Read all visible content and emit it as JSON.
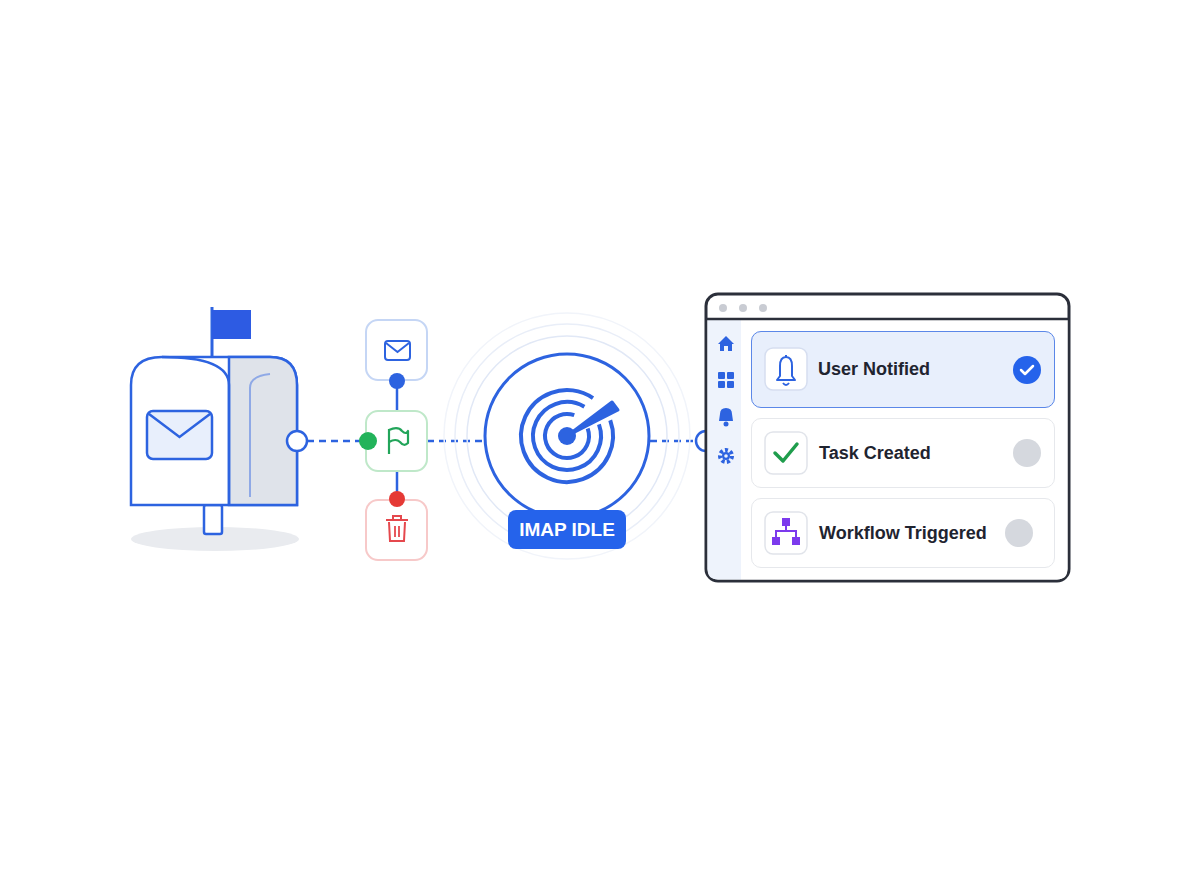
{
  "diagram": {
    "nodes": [
      {
        "text": [
          "IMAP IDLE"
        ]
      },
      {
        "text": [
          "User Notified"
        ]
      },
      {
        "text": [
          "Task Created"
        ]
      },
      {
        "text": [
          "Workflow Triggered"
        ]
      }
    ]
  }
}
